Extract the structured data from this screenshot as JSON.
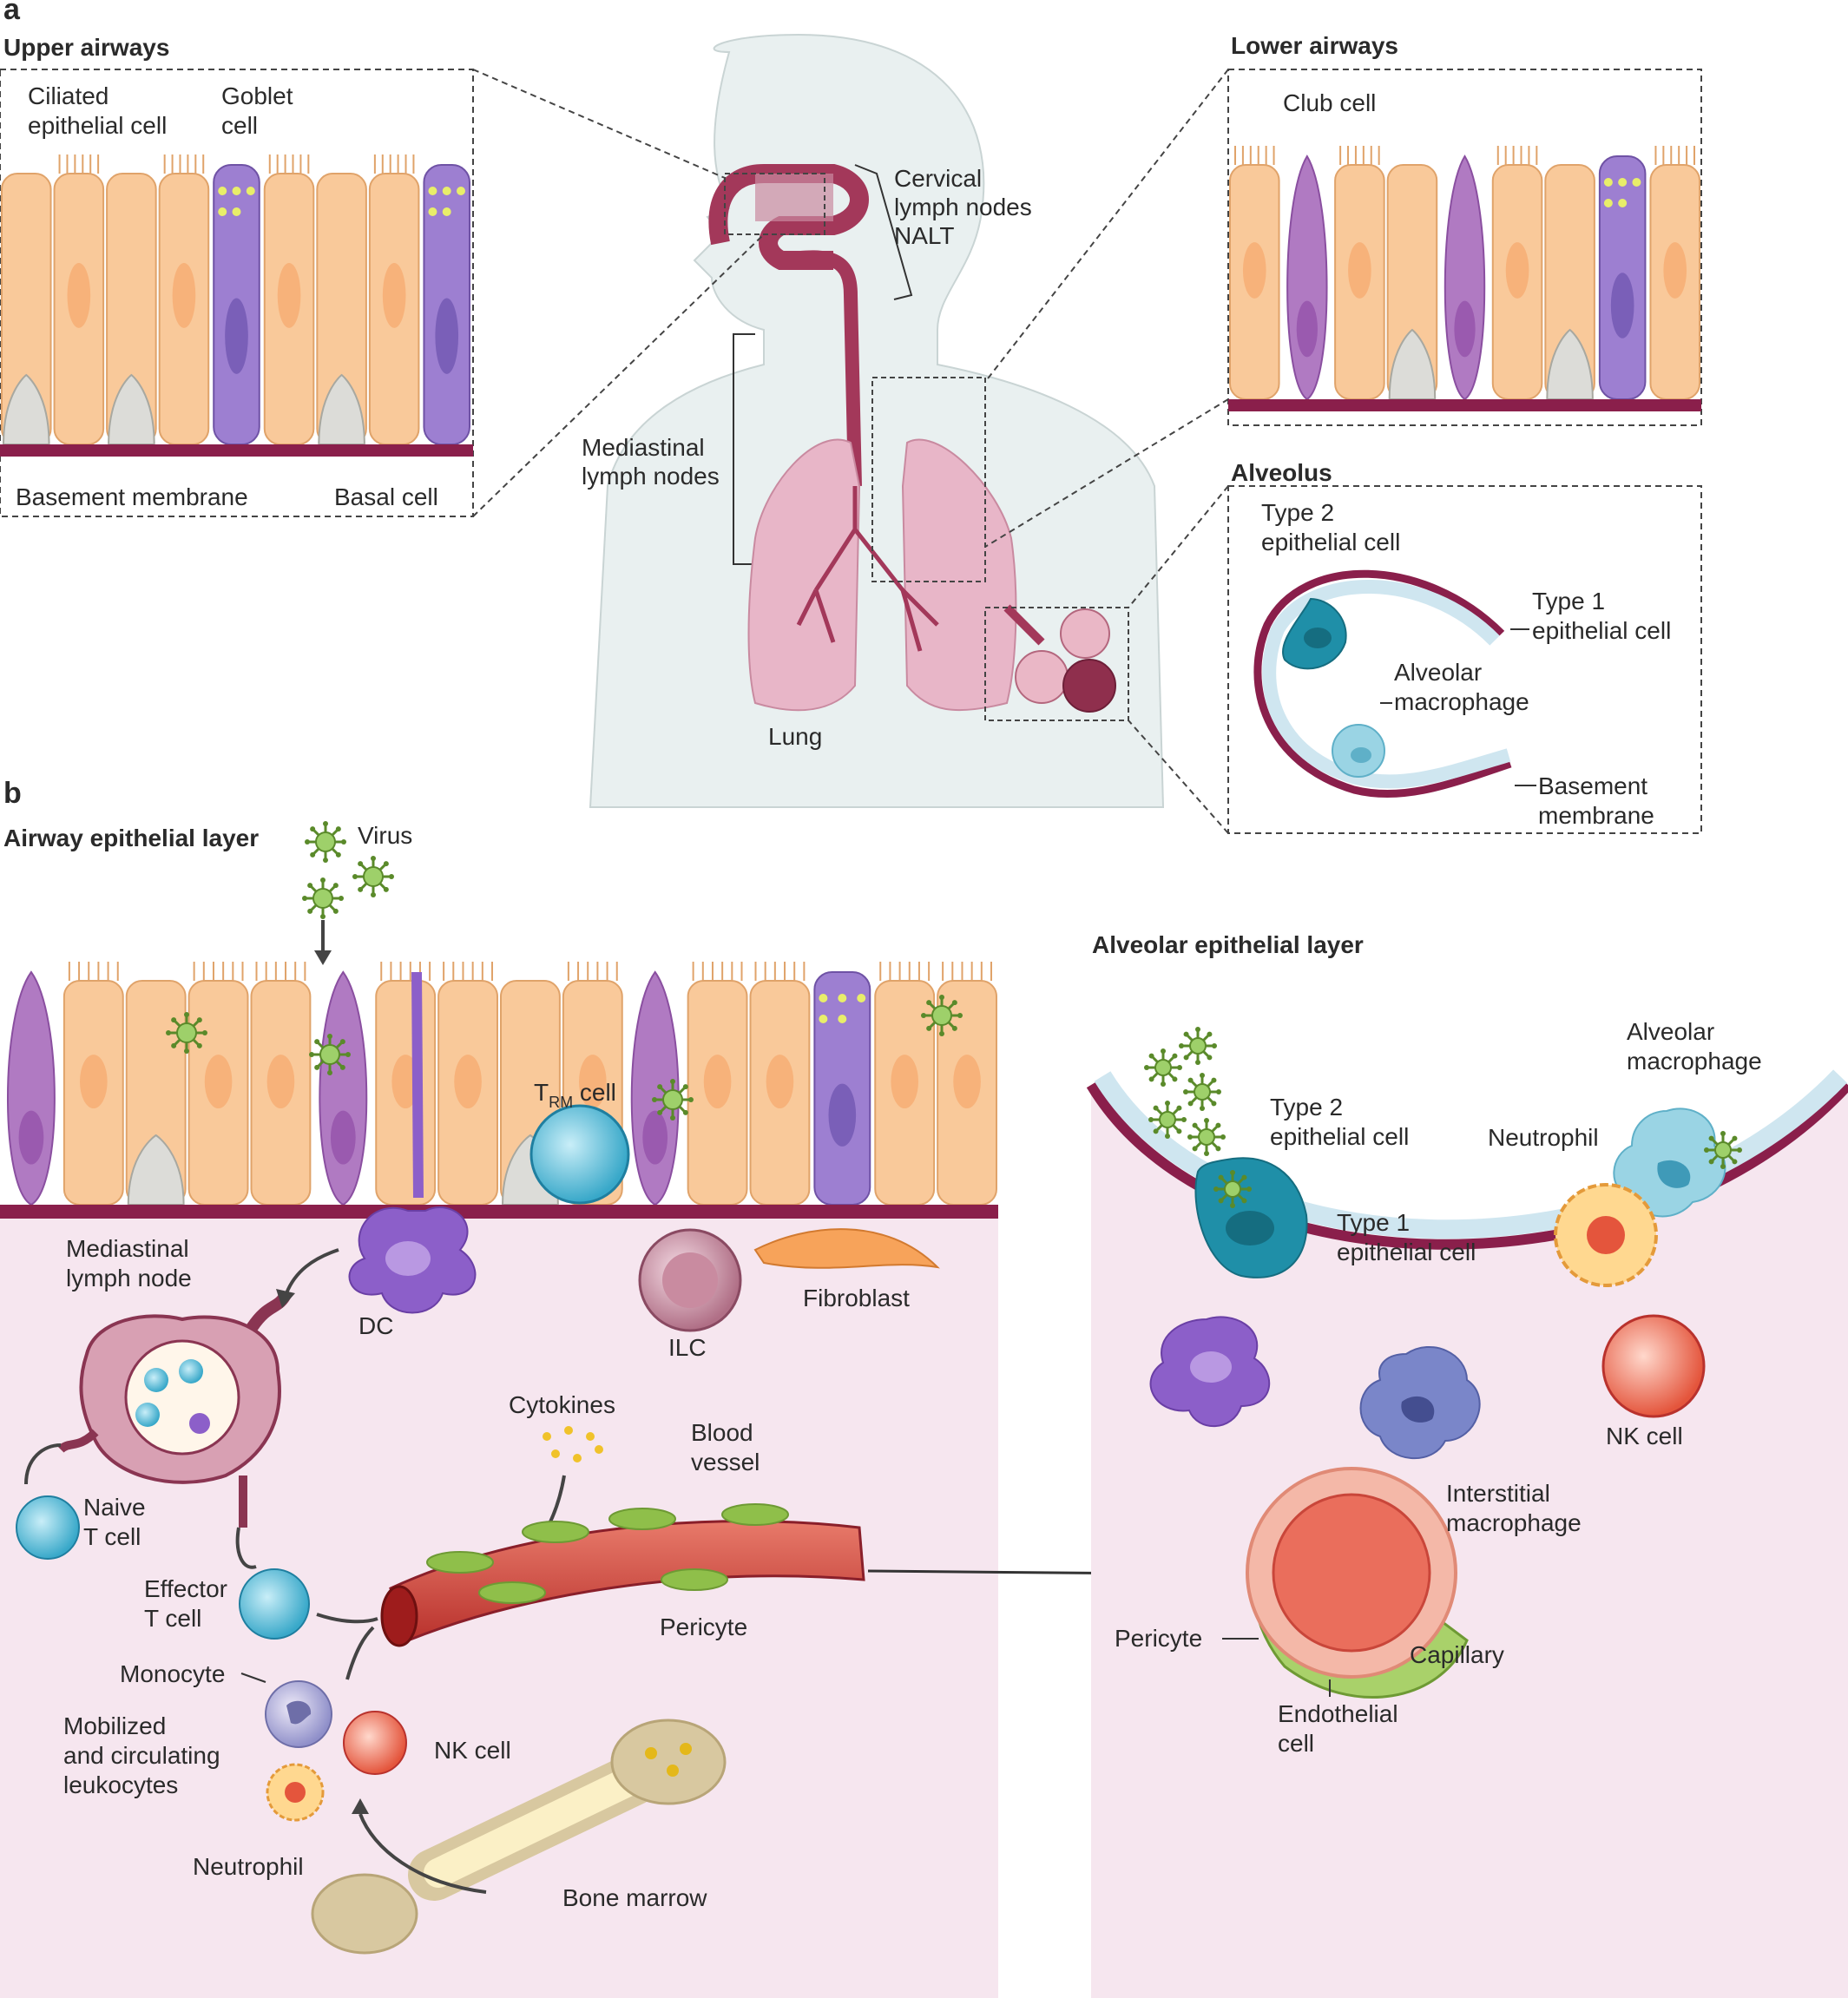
{
  "colors": {
    "ciliated": "#f9c99a",
    "goblet": "#9d7fd1",
    "club": "#b07ac2",
    "basal": "#dcdcd8",
    "membrane": "#8a1f4b",
    "airway_tract": "#a3385a",
    "lung": "#e8b6c8",
    "virus": "#9ed06a",
    "body": "#e9f0f0",
    "tissue": "#f6e6ef",
    "dc": "#8c5fc9",
    "trm": "#38a8c9",
    "vessel": "#c8403c",
    "pericyte": "#8fbf4a"
  },
  "panel_a": {
    "letter": "a",
    "upper_airways": {
      "title": "Upper airways",
      "labels": [
        "Ciliated",
        "epithelial cell",
        "Goblet",
        "cell",
        "Basement membrane",
        "Basal cell"
      ]
    },
    "body": {
      "labels": [
        "Cervical",
        "lymph nodes",
        "NALT",
        "Mediastinal",
        "lymph nodes",
        "Lung"
      ]
    },
    "lower_airways": {
      "title": "Lower airways",
      "labels": [
        "Club cell"
      ]
    },
    "alveolus": {
      "title": "Alveolus",
      "labels": [
        "Type 2",
        "epithelial cell",
        "Type 1",
        "epithelial cell",
        "Alveolar",
        "macrophage",
        "Basement",
        "membrane"
      ]
    }
  },
  "panel_b": {
    "letter": "b",
    "airway": {
      "title": "Airway epithelial layer",
      "labels": {
        "virus": "Virus",
        "trm_t": "T",
        "trm_sub": "RM",
        "trm_cell": " cell",
        "med_ln_1": "Mediastinal",
        "med_ln_2": "lymph node",
        "dc": "DC",
        "ilc": "ILC",
        "fibroblast": "Fibroblast",
        "cytokines": "Cytokines",
        "blood_1": "Blood",
        "blood_2": "vessel",
        "naive_1": "Naive",
        "naive_2": "T cell",
        "effector_1": "Effector",
        "effector_2": "T cell",
        "pericyte": "Pericyte",
        "monocyte": "Monocyte",
        "mobilized_1": "Mobilized",
        "mobilized_2": "and circulating",
        "mobilized_3": "leukocytes",
        "nk": "NK cell",
        "neutrophil": "Neutrophil",
        "bone_marrow": "Bone marrow"
      }
    },
    "alveolar": {
      "title": "Alveolar epithelial layer",
      "labels": {
        "alv_mac_1": "Alveolar",
        "alv_mac_2": "macrophage",
        "type2_1": "Type 2",
        "type2_2": "epithelial cell",
        "neutrophil": "Neutrophil",
        "type1_1": "Type 1",
        "type1_2": "epithelial cell",
        "nk": "NK cell",
        "inter_1": "Interstitial",
        "inter_2": "macrophage",
        "pericyte": "Pericyte",
        "capillary": "Capillary",
        "endo_1": "Endothelial",
        "endo_2": "cell"
      }
    }
  }
}
